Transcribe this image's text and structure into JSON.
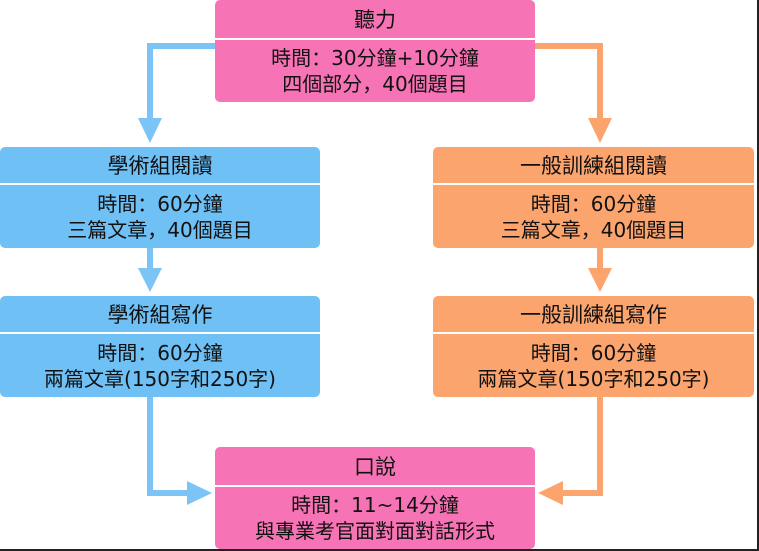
{
  "listening": {
    "title": "聽力",
    "line1": "時間：30分鐘+10分鐘",
    "line2": "四個部分，40個題目"
  },
  "academic_reading": {
    "title": "學術組閱讀",
    "line1": "時間：60分鐘",
    "line2": "三篇文章，40個題目"
  },
  "general_reading": {
    "title": "一般訓練組閱讀",
    "line1": "時間：60分鐘",
    "line2": "三篇文章，40個題目"
  },
  "academic_writing": {
    "title": "學術組寫作",
    "line1": "時間：60分鐘",
    "line2": "兩篇文章(150字和250字)"
  },
  "general_writing": {
    "title": "一般訓練組寫作",
    "line1": "時間：60分鐘",
    "line2": "兩篇文章(150字和250字)"
  },
  "speaking": {
    "title": "口說",
    "line1": "時間：11~14分鐘",
    "line2": "與專業考官面對面對話形式"
  },
  "colors": {
    "listening_speaking": "#f673b5",
    "academic_track": "#6ec0f5",
    "general_track": "#fba46e",
    "academic_arrow": "#7cc4f6",
    "general_arrow": "#fba46e"
  }
}
